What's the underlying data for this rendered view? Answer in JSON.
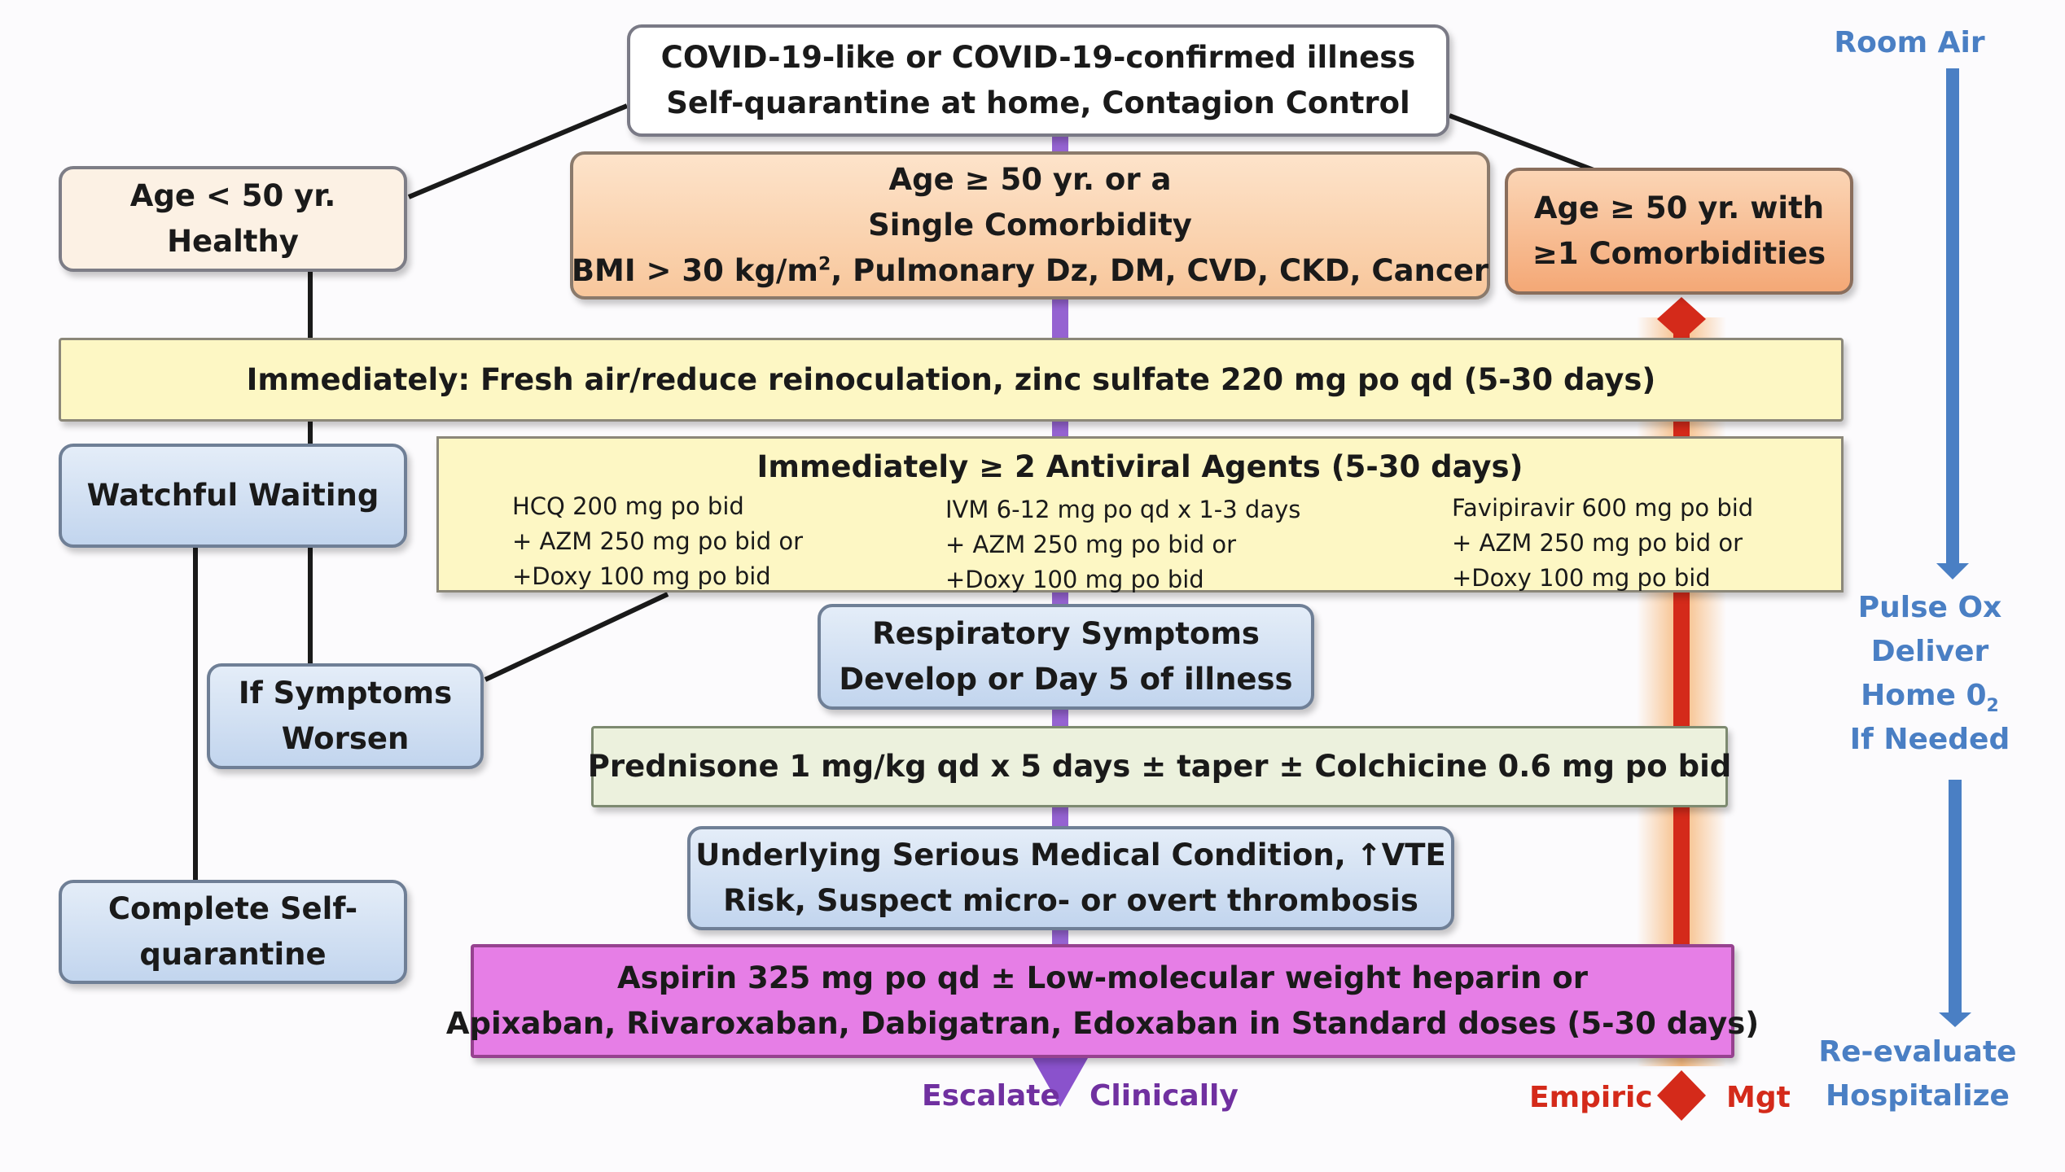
{
  "colors": {
    "purple_arrow": "#8a52cc",
    "red_arrow": "#d42a1a",
    "blue_arrow": "#4a7fc4",
    "line": "#1a1a1a"
  },
  "top_box": {
    "line1": "COVID-19-like or COVID-19-confirmed illness",
    "line2": "Self-quarantine at home, Contagion Control"
  },
  "age_under_50": {
    "line1": "Age < 50 yr.",
    "line2": "Healthy"
  },
  "age_50_single": {
    "line1": "Age ≥ 50 yr. or a",
    "line2": "Single Comorbidity",
    "line3_pre": "BMI > 30 kg/m",
    "line3_sup": "2",
    "line3_post": ", Pulmonary Dz, DM, CVD, CKD, Cancer"
  },
  "age_50_multi": {
    "line1": "Age ≥ 50 yr. with",
    "line2": "≥1 Comorbidities"
  },
  "immediately_zinc": "Immediately:  Fresh air/reduce reinoculation, zinc sulfate 220 mg po qd (5-30 days)",
  "watchful_waiting": "Watchful Waiting",
  "antiviral": {
    "title": "Immediately ≥ 2 Antiviral Agents (5-30 days)",
    "col1": [
      "HCQ 200 mg po bid",
      "+ AZM 250 mg po bid or",
      "+Doxy 100 mg po bid"
    ],
    "col2": [
      "IVM 6-12 mg po qd x 1-3 days",
      "+ AZM 250 mg po bid or",
      "+Doxy 100 mg po bid"
    ],
    "col3": [
      "Favipiravir 600 mg po bid",
      "+ AZM 250 mg po bid or",
      "+Doxy 100 mg po bid"
    ]
  },
  "if_symptoms_worsen": {
    "line1": "If Symptoms",
    "line2": "Worsen"
  },
  "respiratory": {
    "line1": "Respiratory Symptoms",
    "line2": "Develop or Day 5 of illness"
  },
  "prednisone": "Prednisone 1 mg/kg qd x 5 days ± taper ± Colchicine 0.6 mg po bid",
  "underlying": {
    "line1": "Underlying Serious Medical Condition, ↑VTE",
    "line2": "Risk, Suspect micro- or overt thrombosis"
  },
  "complete_self": {
    "line1": "Complete Self-",
    "line2": "quarantine"
  },
  "aspirin": {
    "line1": "Aspirin 325 mg po qd ± Low-molecular weight heparin or",
    "line2": "Apixaban, Rivaroxaban, Dabigatran, Edoxaban in Standard doses (5-30 days)"
  },
  "escalate": {
    "left": "Escalate",
    "right": "Clinically"
  },
  "empiric": {
    "left": "Empiric",
    "right": "Mgt"
  },
  "room_air": "Room Air",
  "pulse_ox": {
    "line1": "Pulse Ox",
    "line2": "Deliver",
    "line3_pre": "Home 0",
    "line3_sub": "2",
    "line4": "If Needed"
  },
  "reevaluate": {
    "line1": "Re-evaluate",
    "line2": "Hospitalize"
  }
}
